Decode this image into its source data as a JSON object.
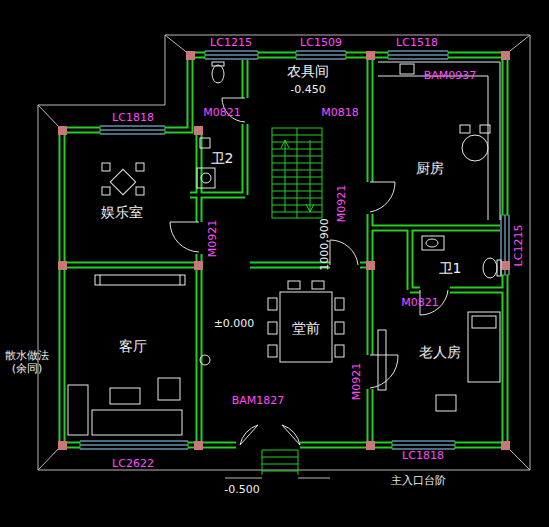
{
  "diagram": {
    "nodes": [
      {
        "text": [
          "卫2"
        ]
      },
      {
        "text": [
          "农具间",
          "-0.450"
        ]
      },
      {
        "text": [
          "厨房"
        ]
      },
      {
        "text": [
          "娱乐室"
        ]
      },
      {
        "text": [
          "卫1"
        ]
      },
      {
        "text": [
          "客厅"
        ]
      },
      {
        "text": [
          "堂前"
        ]
      },
      {
        "text": [
          "老人房"
        ]
      }
    ],
    "labels": [
      "LC1215",
      "LC1509",
      "LC1518",
      "BAM0937",
      "LC1818",
      "M0821",
      "M0818",
      "M0921",
      "M0921",
      "1000,900",
      "±0.000",
      "M0821",
      "LC1215",
      "M0921",
      "BAM1827",
      "LC2622",
      "LC1818",
      "-0.500",
      "主入口台阶",
      "散水做法 (余同)"
    ]
  }
}
